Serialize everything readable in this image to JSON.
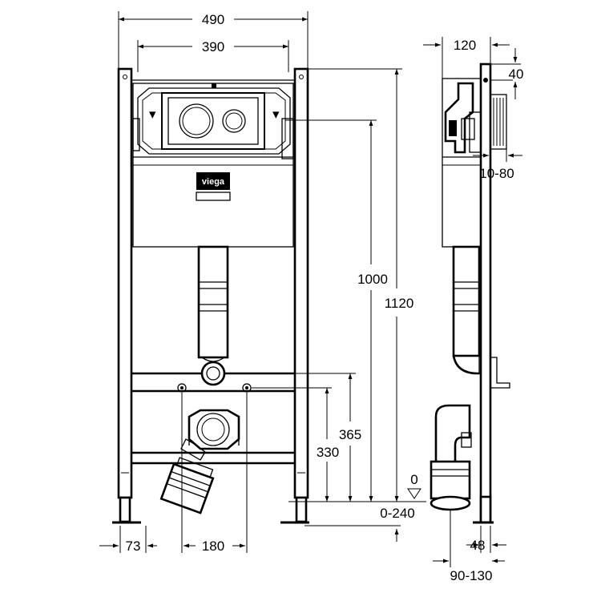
{
  "brand": {
    "logo": "viega"
  },
  "dimensions": {
    "overall_width": "490",
    "inner_width": "390",
    "height_top": "1120",
    "height_flush": "1000",
    "height_drain": "365",
    "height_inlet": "330",
    "floor_adjust": "0-240",
    "floor_zero": "0",
    "foot_offset": "73",
    "drain_spacing": "180",
    "depth": "120",
    "plate": "40",
    "wall_gap": "10-80",
    "pipe_offset": "48",
    "pipe_projection": "90-130"
  },
  "colors": {
    "line": "#000000",
    "background": "#ffffff"
  }
}
